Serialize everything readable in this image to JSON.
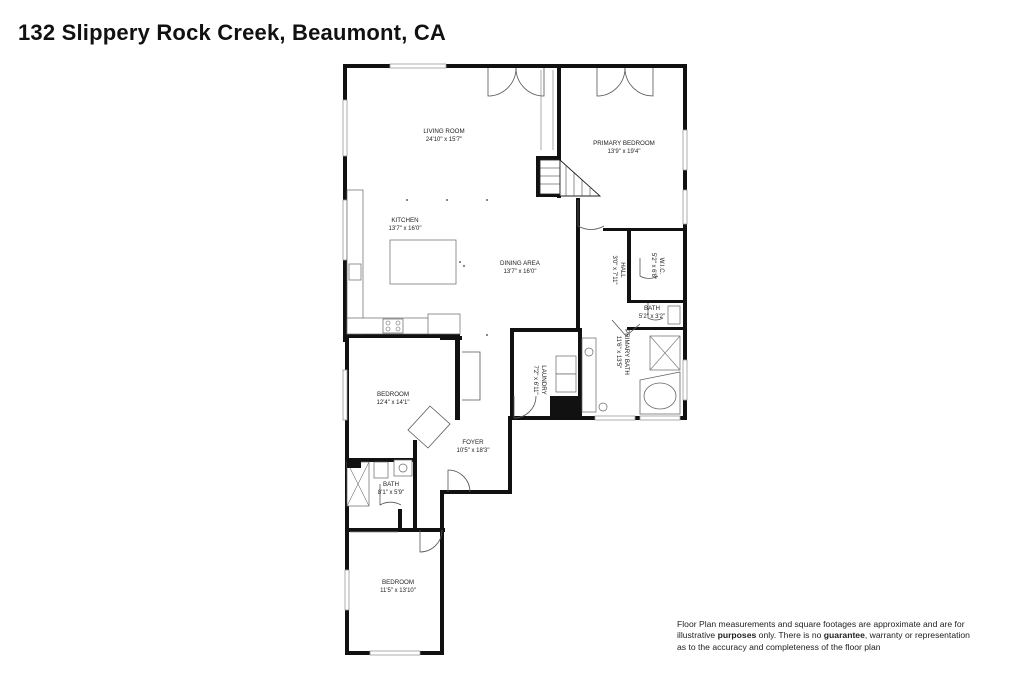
{
  "title": "132 Slippery Rock Creek, Beaumont, CA",
  "rooms": {
    "living_room": {
      "name": "LIVING ROOM",
      "dims": "24'10\" x 15'7\""
    },
    "primary_bedroom": {
      "name": "PRIMARY BEDROOM",
      "dims": "13'9\" x 19'4\""
    },
    "kitchen": {
      "name": "KITCHEN",
      "dims": "13'7\" x 16'0\""
    },
    "dining_area": {
      "name": "DINING AREA",
      "dims": "13'7\" x 16'0\""
    },
    "hall": {
      "name": "HALL",
      "dims": "3'0\" x 7'11\""
    },
    "wic": {
      "name": "W.I.C.",
      "dims": "5'2\" x 6'8\""
    },
    "bath_primary": {
      "name": "BATH",
      "dims": "5'2\" x 3'2\""
    },
    "primary_bath": {
      "name": "PRIMARY BATH",
      "dims": "11'6\" x 13'5\""
    },
    "laundry": {
      "name": "LAUNDRY",
      "dims": "7'2\" x 6'11\""
    },
    "bedroom_1": {
      "name": "BEDROOM",
      "dims": "12'4\" x 14'1\""
    },
    "foyer": {
      "name": "FOYER",
      "dims": "10'5\" x 18'3\""
    },
    "bath_hall": {
      "name": "BATH",
      "dims": "8'1\" x 5'9\""
    },
    "bedroom_2": {
      "name": "BEDROOM",
      "dims": "11'5\" x 13'10\""
    }
  },
  "disclaimer": {
    "line1": "Floor Plan measurements and square footages are approximate and are for",
    "line2_a": "illustrative ",
    "line2_b": "purposes",
    "line2_c": " only. There is no ",
    "line2_d": "guarantee",
    "line2_e": ", warranty or representation",
    "line3": "as to the accuracy and completeness of the floor plan"
  }
}
